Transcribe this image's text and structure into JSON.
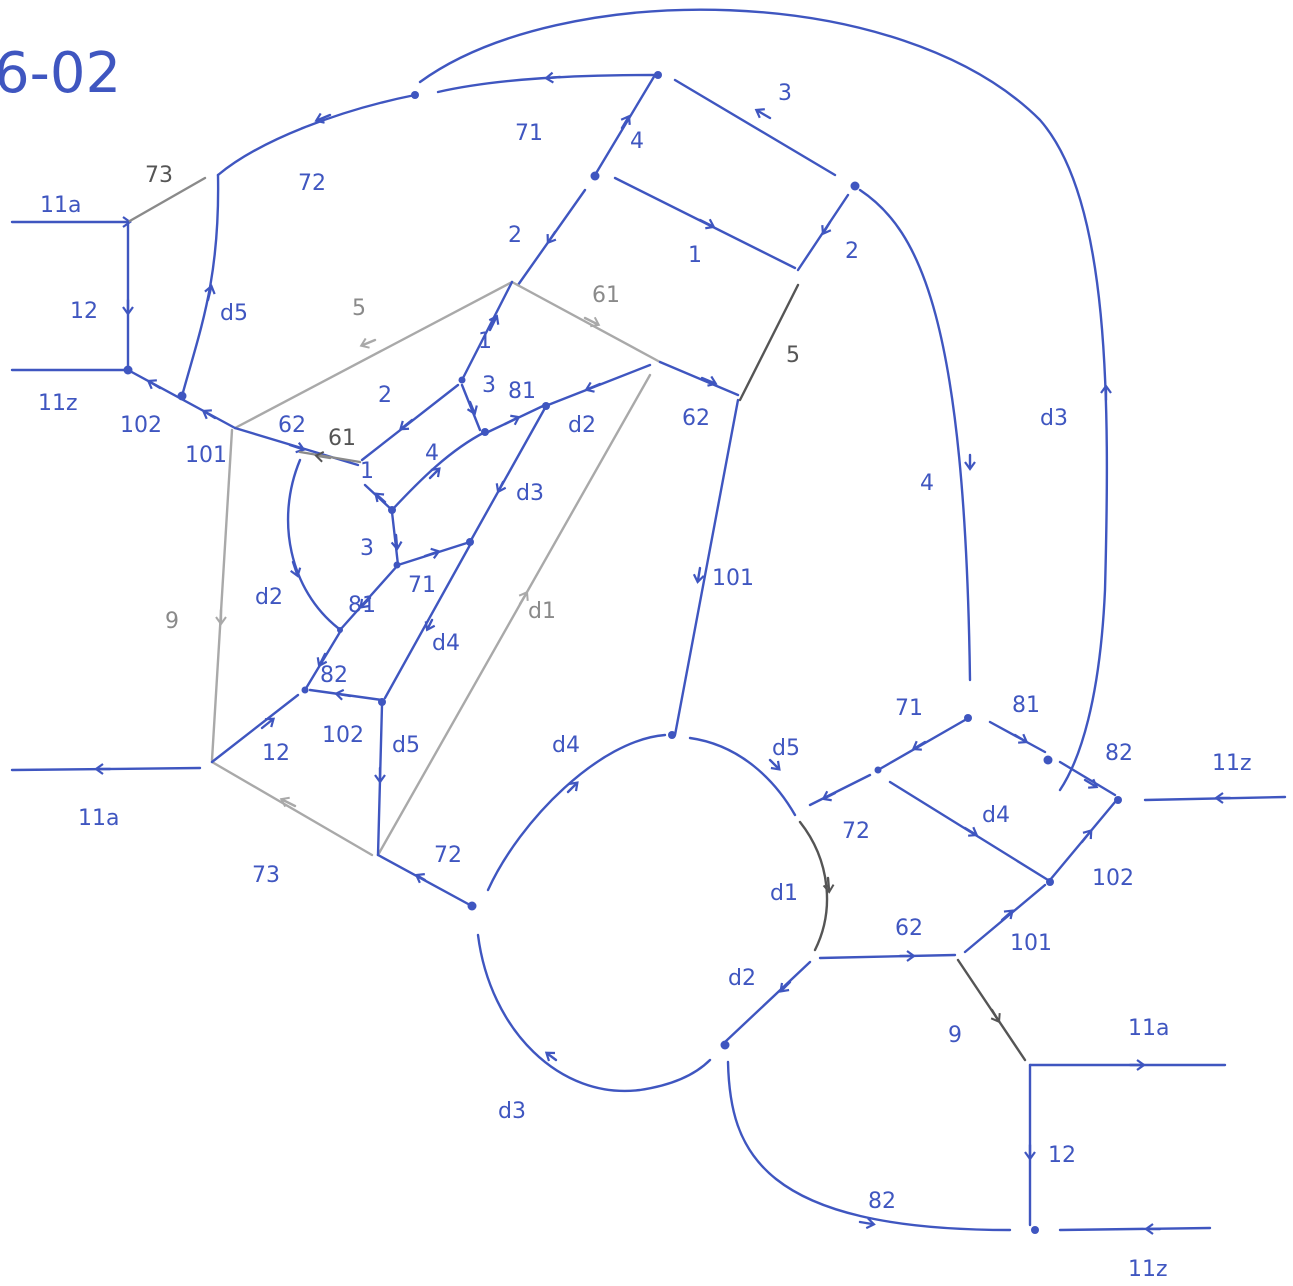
{
  "title": "6-02",
  "colors": {
    "ink": "#3f56c0",
    "grey": "#a9a9a9",
    "dark": "#555555"
  },
  "labels": {
    "l_11a_tl": "11a",
    "l_73_tl": "73",
    "l_12_tl": "12",
    "l_11z_tl": "11z",
    "l_102_tl": "102",
    "l_101_tl": "101",
    "l_d5_tl": "d5",
    "l_72_top": "72",
    "l_71_top": "71",
    "l_4_top": "4",
    "l_3_top": "3",
    "l_2_a": "2",
    "l_1_mid": "1",
    "l_2_b": "2",
    "l_5_grey": "5",
    "l_61_grey": "61",
    "l_5_dark": "5",
    "l_62_left": "62",
    "l_61_left": "61",
    "l_2_c": "2",
    "l_1_c": "1",
    "l_3_c": "3",
    "l_81_c": "81",
    "l_4_c": "4",
    "l_d2_c": "d2",
    "l_62_right": "62",
    "l_1_d": "1",
    "l_d3_c": "d3",
    "l_3_d": "3",
    "l_71_d": "71",
    "l_81_d": "81",
    "l_d4_d": "d4",
    "l_d2_d": "d2",
    "l_9_left": "9",
    "l_82_d": "82",
    "l_d1_grey": "d1",
    "l_101_d": "101",
    "l_12_d": "12",
    "l_102_d": "102",
    "l_d5_d": "d5",
    "l_11a_bl": "11a",
    "l_73_bl": "73",
    "l_72_bl": "72",
    "l_d4_e": "d4",
    "l_d5_e": "d5",
    "l_4_right": "4",
    "l_d3_right": "d3",
    "l_71_r": "71",
    "l_81_r": "81",
    "l_82_r": "82",
    "l_11z_r": "11z",
    "l_72_r": "72",
    "l_d4_r": "d4",
    "l_102_r": "102",
    "l_d1_r": "d1",
    "l_62_r": "62",
    "l_101_r": "101",
    "l_d2_r": "d2",
    "l_9_r": "9",
    "l_11a_br": "11a",
    "l_12_br": "12",
    "l_d3_b": "d3",
    "l_82_b": "82",
    "l_11z_br": "11z"
  }
}
